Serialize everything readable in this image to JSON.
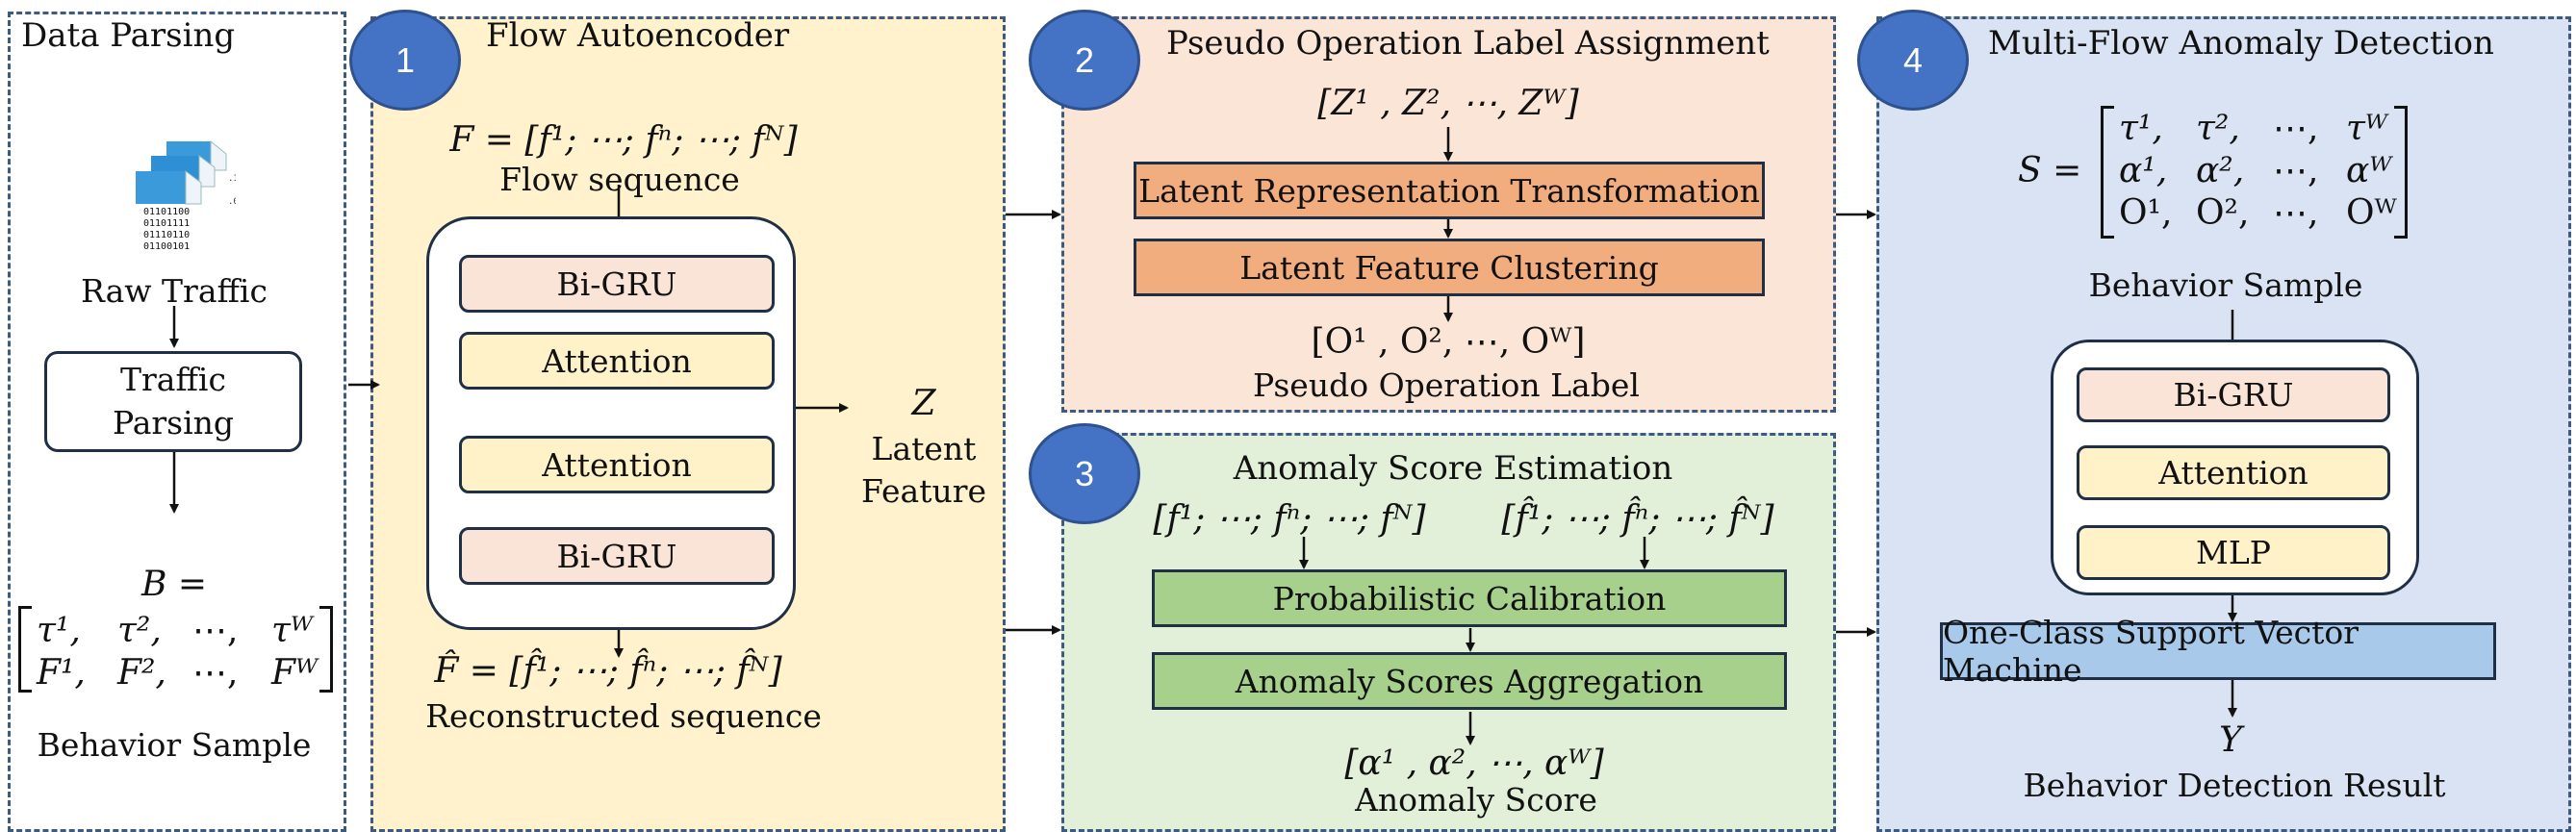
{
  "panels": {
    "data_parsing": {
      "title": "Data Parsing",
      "raw_traffic": "Raw Traffic",
      "traffic_parsing": "Traffic Parsing",
      "behavior_sample_label": "Behavior Sample",
      "b_eq": "B =",
      "matrix_row1": [
        "τ¹,",
        "τ²,",
        "⋯,",
        "τᵂ"
      ],
      "matrix_row2": [
        "F¹,",
        "F²,",
        "⋯,",
        "Fᵂ"
      ],
      "binary_lines": [
        "01101100",
        "01101111",
        "01110110",
        "01100101"
      ]
    },
    "flow_autoencoder": {
      "number": "1",
      "title": "Flow Autoencoder",
      "flow_eq": "F = [f¹; ⋯; fⁿ; ⋯; fᴺ]",
      "flow_label": "Flow sequence",
      "layers": [
        "Bi-GRU",
        "Attention",
        "Attention",
        "Bi-GRU"
      ],
      "recon_eq": "F̂ = [f̂¹; ⋯; f̂ⁿ; ⋯; f̂ᴺ]",
      "recon_label": "Reconstructed sequence",
      "latent_symbol": "Z",
      "latent_label_1": "Latent",
      "latent_label_2": "Feature"
    },
    "pseudo_label": {
      "number": "2",
      "title": "Pseudo Operation Label Assignment",
      "input_eq": "[Z¹ , Z², ⋯, Zᵂ]",
      "step1": "Latent Representation Transformation",
      "step2": "Latent Feature Clustering",
      "output_eq": "[O¹ , O², ⋯, Oᵂ]",
      "output_label": "Pseudo Operation Label"
    },
    "anomaly_score": {
      "number": "3",
      "title": "Anomaly Score Estimation",
      "input_left": "[f¹; ⋯; fⁿ; ⋯; fᴺ]",
      "input_right": "[f̂¹; ⋯; f̂ⁿ; ⋯; f̂ᴺ]",
      "step1": "Probabilistic Calibration",
      "step2": "Anomaly Scores Aggregation",
      "output_eq": "[α¹ , α², ⋯, αᵂ]",
      "output_label": "Anomaly Score"
    },
    "detection": {
      "number": "4",
      "title": "Multi-Flow Anomaly Detection",
      "s_eq": "S =",
      "matrix_rows": [
        [
          "τ¹,",
          "τ²,",
          "⋯,",
          "τᵂ"
        ],
        [
          "α¹,",
          "α²,",
          "⋯,",
          "αᵂ"
        ],
        [
          "O¹,",
          "O²,",
          "⋯,",
          "Oᵂ"
        ]
      ],
      "behavior_sample_label": "Behavior Sample",
      "layers": [
        "Bi-GRU",
        "Attention",
        "MLP"
      ],
      "ocsvm": "One-Class Support Vector Machine",
      "y_symbol": "Y",
      "result_label": "Behavior Detection Result"
    }
  },
  "colors": {
    "panel_border": "#3d5a80",
    "autoencoder_bg": "#fff2cc",
    "pseudo_bg": "#fbe5d6",
    "anomaly_bg": "#e2efd9",
    "detection_bg": "#dae3f3",
    "circle": "#4472c4",
    "orange_box": "#f4b183",
    "green_box": "#a9d18e",
    "blue_box": "#9dc3e6"
  }
}
